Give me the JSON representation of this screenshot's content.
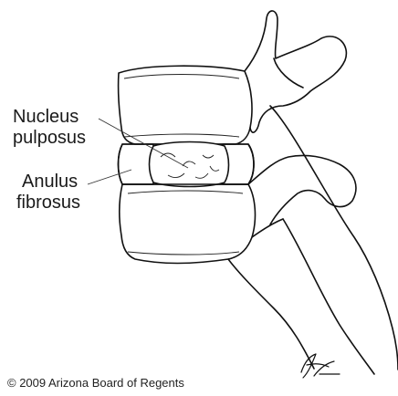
{
  "labels": {
    "nucleus_line1": "Nucleus",
    "nucleus_line2": "pulposus",
    "anulus_line1": "Anulus",
    "anulus_line2": "fibrosus"
  },
  "copyright": "© 2009 Arizona Board of Regents",
  "colors": {
    "line": "#111111",
    "background": "#ffffff"
  }
}
